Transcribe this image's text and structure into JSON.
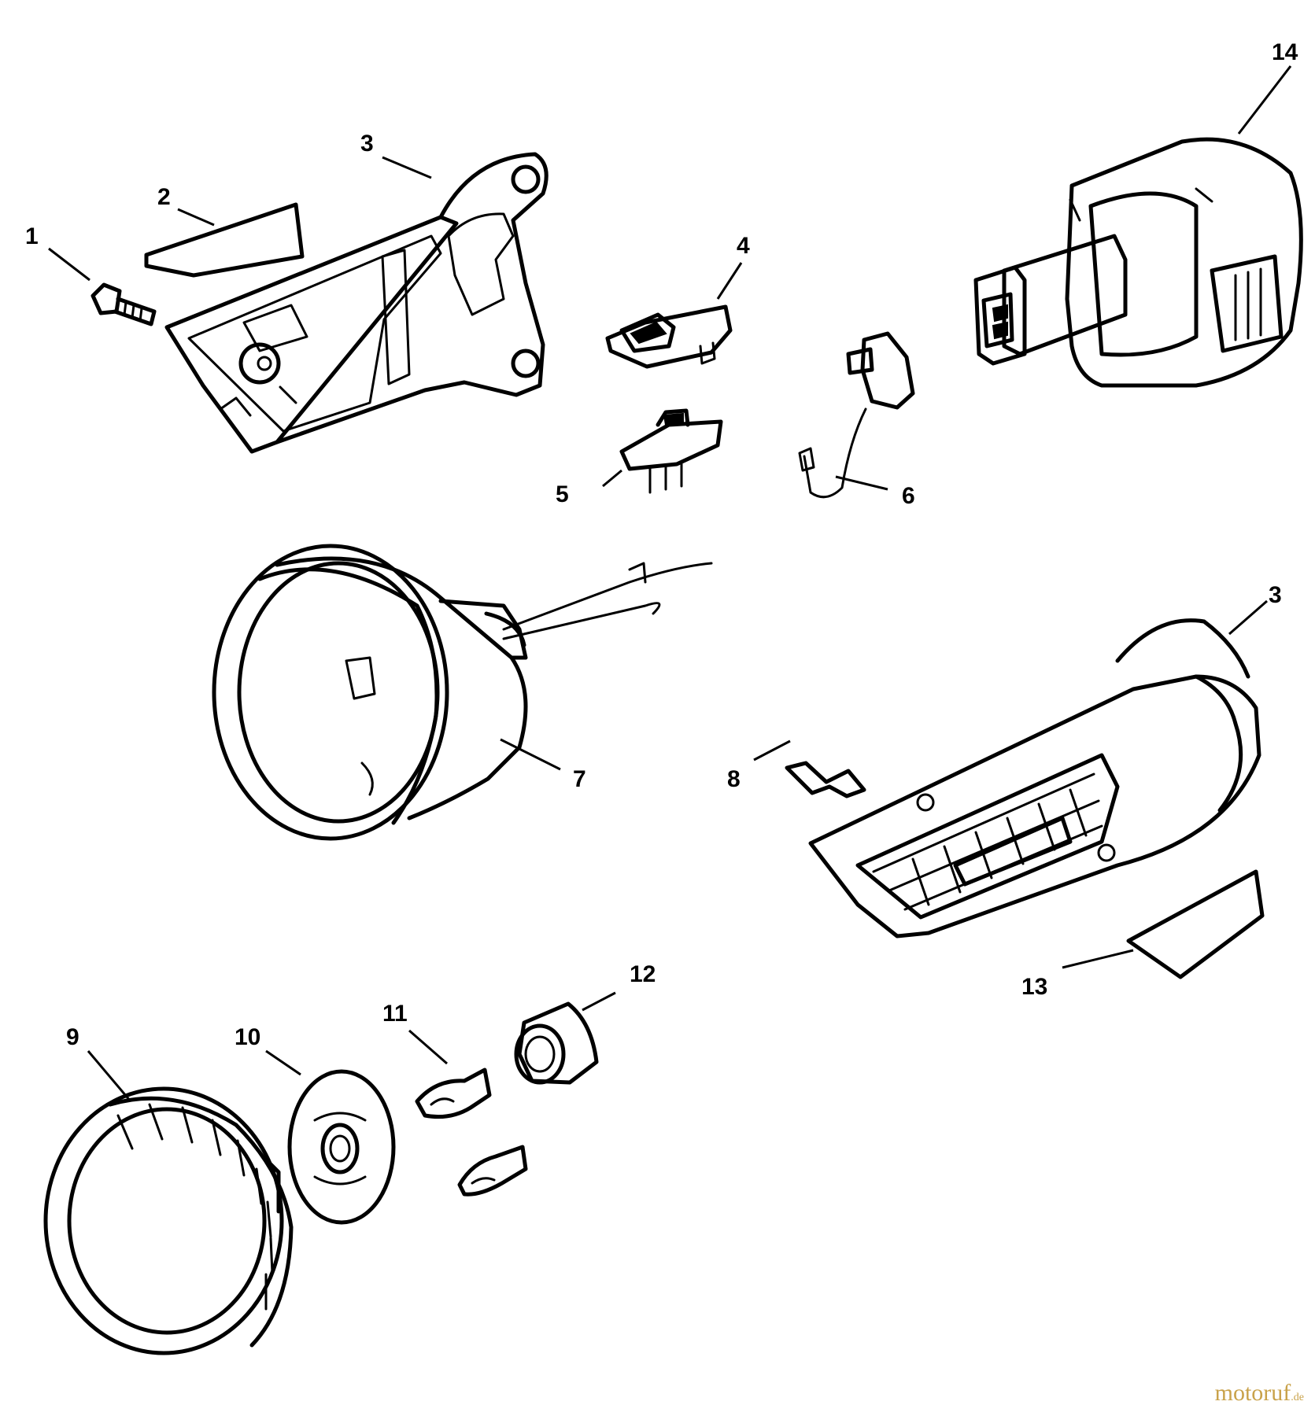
{
  "callouts": {
    "c1": "1",
    "c2": "2",
    "c3a": "3",
    "c3b": "3",
    "c4": "4",
    "c5": "5",
    "c6": "6",
    "c7": "7",
    "c8": "8",
    "c9": "9",
    "c10": "10",
    "c11": "11",
    "c12": "12",
    "c13": "13",
    "c14": "14"
  },
  "watermark": {
    "text": "motoruf",
    "suffix": ".de"
  },
  "colors": {
    "line": "#000000",
    "background": "#ffffff",
    "watermark": "#c9a24a"
  }
}
